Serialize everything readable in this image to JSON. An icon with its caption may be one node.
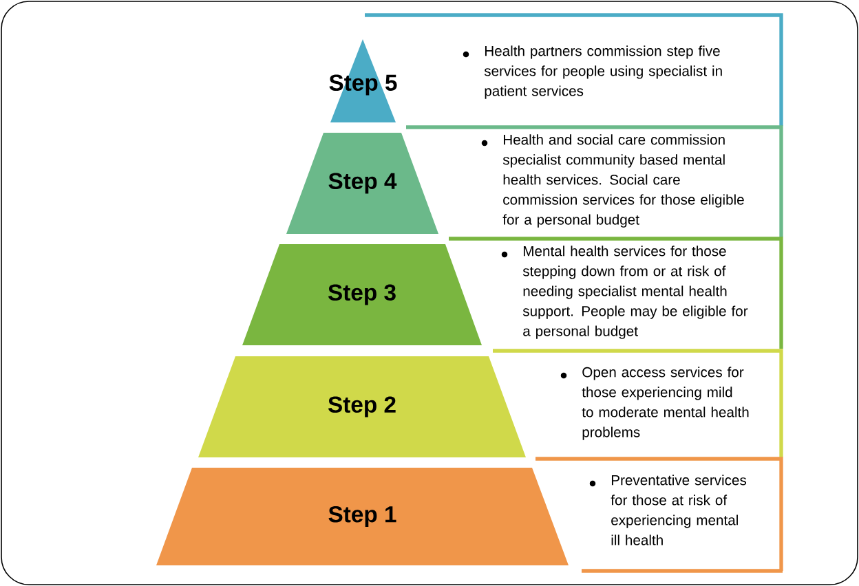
{
  "diagram": {
    "nodes": [
      {
        "text": [
          "Step 5"
        ]
      },
      {
        "text": [
          "Health partners commission step five services for people using specialist in patient services"
        ]
      },
      {
        "text": [
          "Step 4"
        ]
      },
      {
        "text": [
          "Health and social care commission specialist community based mental health services. Social care commission services for those eligible for a personal budget"
        ]
      },
      {
        "text": [
          "Step 3"
        ]
      },
      {
        "text": [
          "Mental health services for those stepping down from or at risk of needing specialist mental health support. People may be eligible for a personal budget"
        ]
      },
      {
        "text": [
          "Step 2"
        ]
      },
      {
        "text": [
          "Open access services for those experiencing mild to moderate mental health problems"
        ]
      },
      {
        "text": [
          "Step 1"
        ]
      },
      {
        "text": [
          "Preventative services for those at risk of experiencing mental ill health"
        ]
      }
    ]
  }
}
